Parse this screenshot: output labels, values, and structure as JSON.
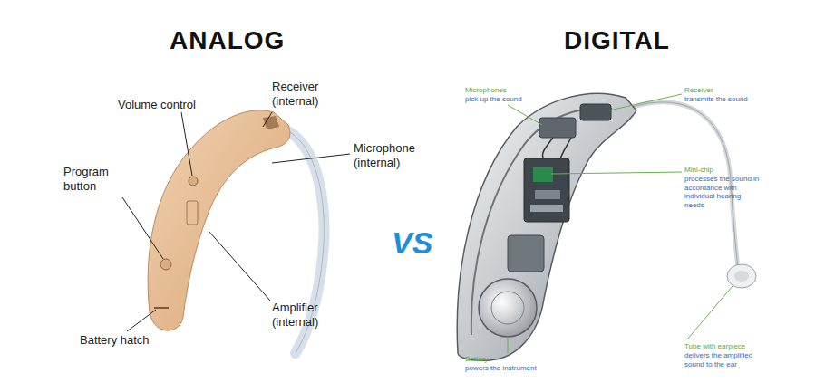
{
  "diagram": {
    "labels": [
      "ANALOG",
      "DIGITAL",
      "VS",
      "Volume control",
      "Receiver (internal)",
      "Microphone (internal)",
      "Program button",
      "Amplifier (internal)",
      "Battery hatch",
      "Microphones",
      "pick up the sound",
      "Receiver",
      "transmits the sound",
      "Mini-chip",
      "processes the sound in accordance with individual hearing needs",
      "Battery",
      "powers the instrument",
      "Tube with earpiece",
      "delivers the amplified sound to the ear"
    ]
  }
}
